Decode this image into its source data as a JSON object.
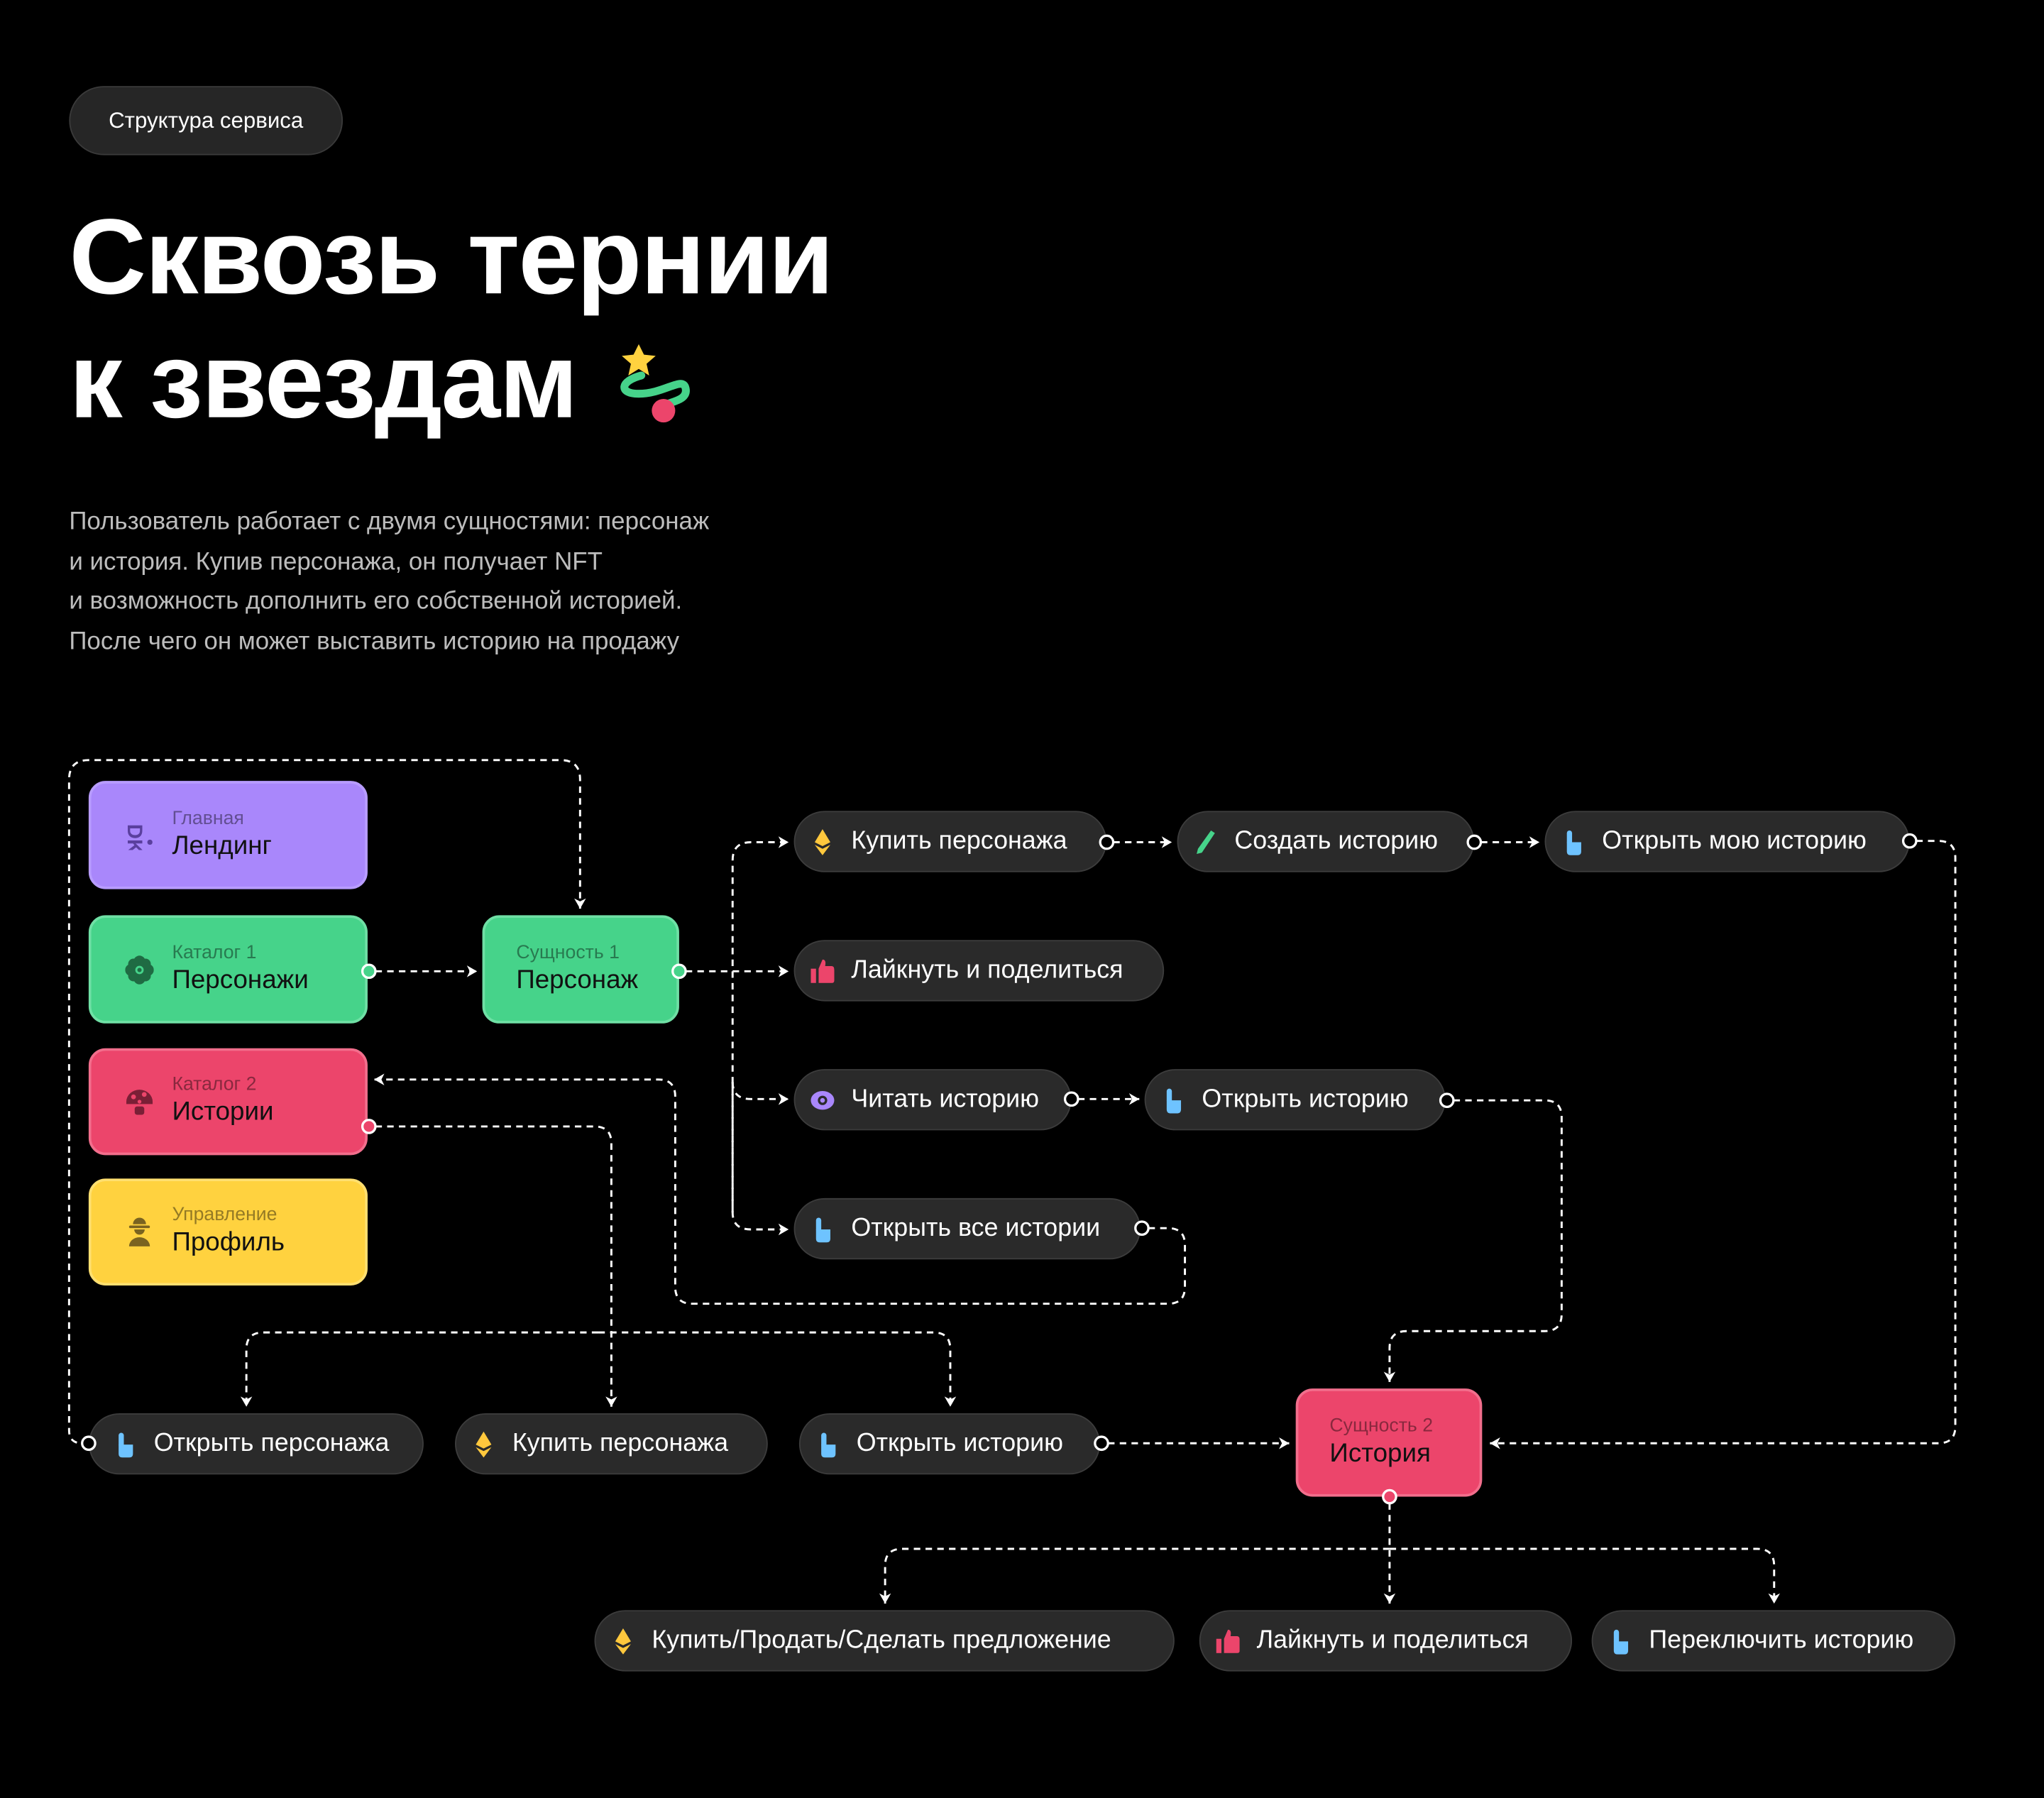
{
  "tag": "Структура сервиса",
  "title": {
    "line1": "Сквозь тернии",
    "line2": "к звездам"
  },
  "description": [
    "Пользователь работает с двумя сущностями: персонаж",
    "и история. Купив персонажа, он получает NFT",
    "и возможность дополнить его собственной историей.",
    "После чего он может выставить историю на продажу"
  ],
  "colors": {
    "purple": "#a987fb",
    "green": "#46d38a",
    "red": "#ec456b",
    "yellow": "#ffd23f",
    "blue": "#6ec3ff",
    "pill": "#2a2a2a"
  },
  "cards": {
    "landing": {
      "sub": "Главная",
      "main": "Лендинг",
      "icon": "logo-icon"
    },
    "catalog1": {
      "sub": "Каталог 1",
      "main": "Персонажи",
      "icon": "flower-icon"
    },
    "catalog2": {
      "sub": "Каталог 2",
      "main": "Истории",
      "icon": "mushroom-icon"
    },
    "profile": {
      "sub": "Управление",
      "main": "Профиль",
      "icon": "user-icon"
    },
    "entity1": {
      "sub": "Сущность 1",
      "main": "Персонаж"
    },
    "entity2": {
      "sub": "Сущность 2",
      "main": "История"
    }
  },
  "actions": {
    "buy_character": "Купить персонажа",
    "create_story": "Создать историю",
    "open_my_story": "Открыть мою историю",
    "like_share": "Лайкнуть и поделиться",
    "read_story": "Читать историю",
    "open_story": "Открыть историю",
    "open_all_stories": "Открыть все истории",
    "open_character": "Открыть персонажа",
    "buy_character_2": "Купить персонажа",
    "open_story_2": "Открыть историю",
    "buy_sell_offer": "Купить/Продать/Сделать предложение",
    "like_share_2": "Лайкнуть и поделиться",
    "switch_story": "Переключить историю"
  }
}
